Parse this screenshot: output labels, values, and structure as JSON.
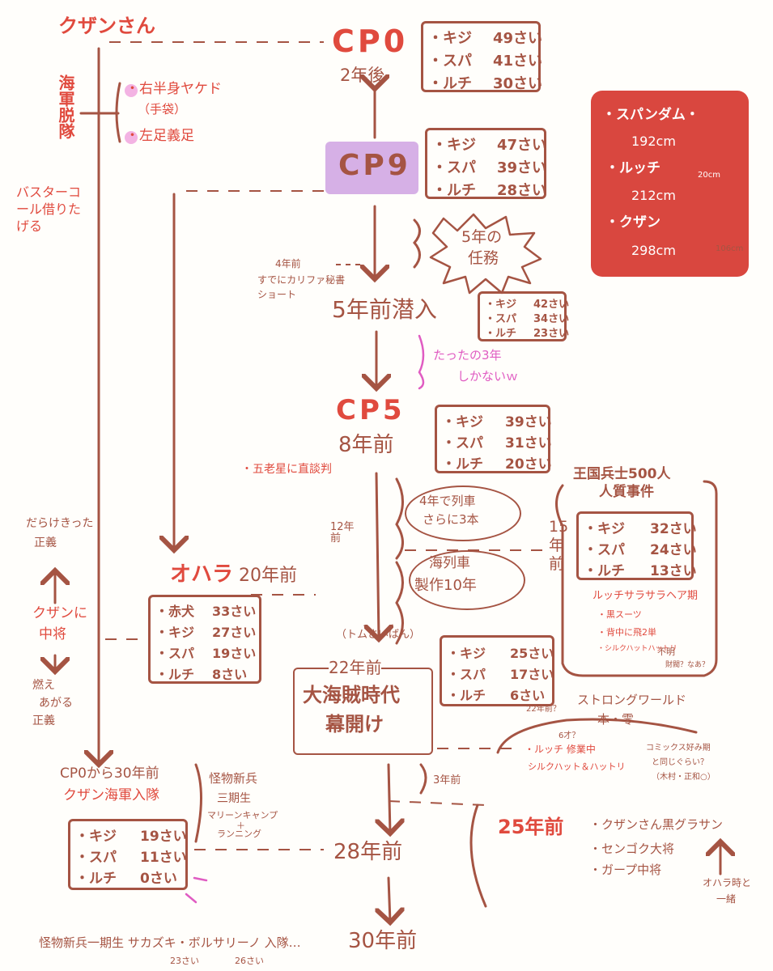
{
  "kuzan_title": "クザンさん",
  "navy_note": {
    "vertical": "海軍脱隊",
    "item1": "・右半身ヤケド",
    "item1b": "（手袋）",
    "item2": "・左足義足"
  },
  "buster_note": "バスターコール借りたげる",
  "cp0": {
    "label": "CP0",
    "sub": "2年後",
    "rows": [
      {
        "k": "・キジ",
        "v": "49さい"
      },
      {
        "k": "・スパ",
        "v": "41さい"
      },
      {
        "k": "・ルチ",
        "v": "30さい"
      }
    ]
  },
  "cp9": {
    "label": "CP9",
    "rows": [
      {
        "k": "・キジ",
        "v": "47さい"
      },
      {
        "k": "・スパ",
        "v": "39さい"
      },
      {
        "k": "・ルチ",
        "v": "28さい"
      }
    ]
  },
  "height_card": {
    "name1": "・スパンダム・",
    "h1": "192cm",
    "name2": "・ルッチ",
    "h2": "212cm",
    "diff1": "20cm",
    "name3": "・クザン",
    "h3": "298cm",
    "diff2": "106cm"
  },
  "mission": {
    "line1": "5年の",
    "line2": "任務"
  },
  "kalifa_note": {
    "line1": "4年前",
    "line2": "すでにカリファ秘書",
    "line3": "ショート"
  },
  "undercover": {
    "label": "5年前潜入",
    "rows": [
      {
        "k": "・キジ",
        "v": "42さい"
      },
      {
        "k": "・スパ",
        "v": "34さい"
      },
      {
        "k": "・ルチ",
        "v": "23さい"
      }
    ]
  },
  "only3": {
    "line1": "たったの3年",
    "line2": "しかないｗ"
  },
  "cp5": {
    "label": "CP5",
    "sub": "8年前",
    "note": "・五老星に直談判",
    "rows": [
      {
        "k": "・キジ",
        "v": "39さい"
      },
      {
        "k": "・スパ",
        "v": "31さい"
      },
      {
        "k": "・ルチ",
        "v": "20さい"
      }
    ]
  },
  "train_note": {
    "line1": "4年で列車",
    "line2": "さらに3本"
  },
  "sea_train": {
    "line1": "海列車",
    "line2": "製作10年"
  },
  "twelve": "12年前",
  "hostage": {
    "title1": "王国兵士500人",
    "title2": "人質事件",
    "side": "15年前",
    "rows": [
      {
        "k": "・キジ",
        "v": "32さい"
      },
      {
        "k": "・スパ",
        "v": "24さい"
      },
      {
        "k": "・ルチ",
        "v": "13さい"
      }
    ],
    "hair": "ルッチサラサラヘア期",
    "items": [
      "・黒スーツ",
      "・背中に飛2単",
      "・シルクハットハットリ"
    ],
    "unknown": "不明",
    "unknown2": "財閥？なあ？"
  },
  "darkened": {
    "line1": "だらけきった",
    "line2": "正義"
  },
  "kuzan_chujo": {
    "line1": "クザンに",
    "line2": "中将"
  },
  "burning": {
    "line1": "燃え",
    "line2": "あがる",
    "line3": "正義"
  },
  "ohara": {
    "label": "オハラ",
    "sub": "20年前",
    "rows": [
      {
        "k": "・赤犬",
        "v": "33さい"
      },
      {
        "k": "・キジ",
        "v": "27さい"
      },
      {
        "k": "・スパ",
        "v": "19さい"
      },
      {
        "k": "・ルチ",
        "v": "8さい"
      }
    ]
  },
  "tom": "（トムさいばん）",
  "pirate_era": {
    "years": "22年前",
    "line1": "大海賊時代",
    "line2": "幕開け",
    "rows": [
      {
        "k": "・キジ",
        "v": "25さい"
      },
      {
        "k": "・スパ",
        "v": "17さい"
      },
      {
        "k": "・ルチ",
        "v": "6さい"
      }
    ]
  },
  "strong_world": {
    "title": "ストロングワールド",
    "sub": "本・零",
    "q": "22年前？",
    "age": "6才？",
    "line1": "・ルッチ 修業中",
    "line2": "シルクハット＆ハットリ",
    "side1": "コミックス好み期",
    "side2": "と同じぐらい？",
    "side3": "（木村・正和○）"
  },
  "three_years": "3年前",
  "twentyfive": {
    "label": "25年前",
    "items": [
      "・クザンさん黒グラサン",
      "・センゴク大将",
      "・ガープ中将"
    ]
  },
  "ohara_together": {
    "line1": "オハラ時と",
    "line2": "一緒"
  },
  "join": {
    "line1": "CP0から30年前",
    "line2": "クザン海軍入隊",
    "rows": [
      {
        "k": "・キジ",
        "v": "19さい"
      },
      {
        "k": "・スパ",
        "v": "11さい"
      },
      {
        "k": "・ルチ",
        "v": "0さい"
      }
    ]
  },
  "monster_recruit": {
    "line1": "怪物新兵",
    "line2": "三期生",
    "line3": "マリーンキャンプ",
    "line4": "＋",
    "line5": "ランニング"
  },
  "t28": "28年前",
  "bottom": {
    "text": "怪物新兵一期生 サカズキ・ボルサリーノ 入隊…",
    "t30": "30年前",
    "age1": "23さい",
    "age2": "26さい"
  },
  "colors": {
    "brown": "#a55443",
    "red": "#e04a3e",
    "card": "#d9473f",
    "purple": "#d6b0e6",
    "pink": "#e05cc2"
  }
}
